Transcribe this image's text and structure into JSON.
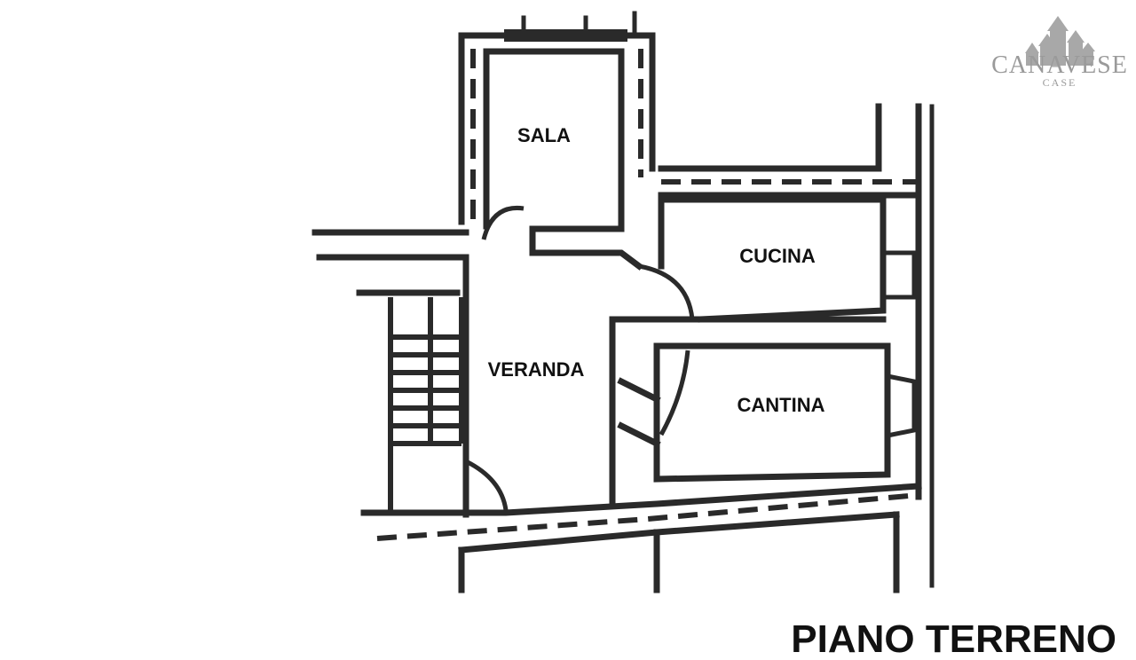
{
  "floor_title": "PIANO TERRENO",
  "rooms": {
    "sala": "SALA",
    "cucina": "CUCINA",
    "veranda": "VERANDA",
    "cantina": "CANTINA"
  },
  "logo": {
    "name": "CANAVESE",
    "sub": "CASE",
    "icon": "house-row-icon",
    "color": "#9a9a9a"
  }
}
